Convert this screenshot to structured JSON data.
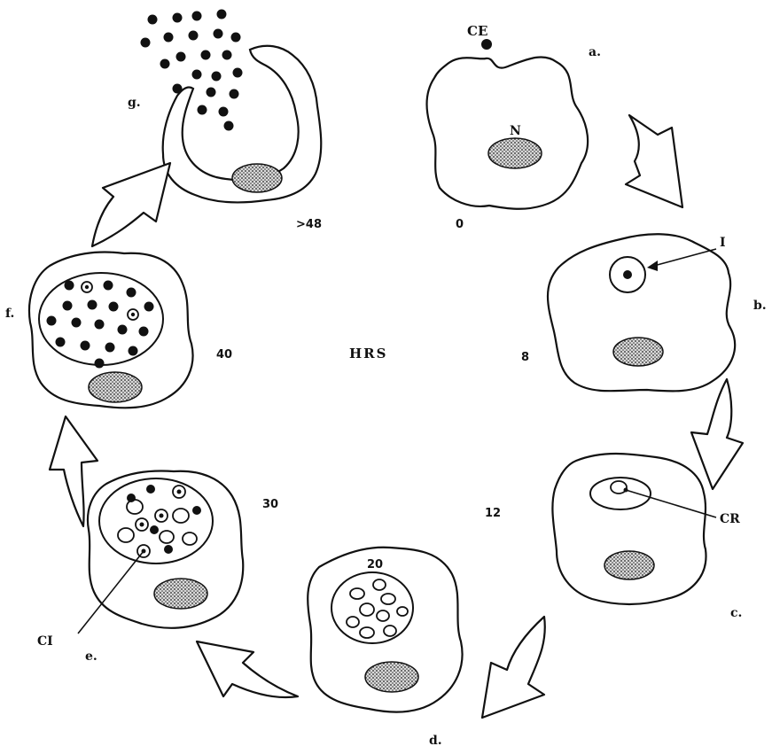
{
  "title": "",
  "center_label": "HRS",
  "stages": [
    {
      "letter": "a.",
      "hours": "0"
    },
    {
      "letter": "b.",
      "hours": "8"
    },
    {
      "letter": "c.",
      "hours": "12"
    },
    {
      "letter": "d.",
      "hours": "20"
    },
    {
      "letter": "e.",
      "hours": "30"
    },
    {
      "letter": "f.",
      "hours": "40"
    },
    {
      "letter": "g.",
      "hours": ">48"
    }
  ],
  "callouts": {
    "ce": "CE",
    "nucleus": "N",
    "inclusion": "I",
    "cr": "CR",
    "ci": "CI"
  },
  "colors": {
    "ink": "#111111",
    "paper": "#ffffff"
  }
}
